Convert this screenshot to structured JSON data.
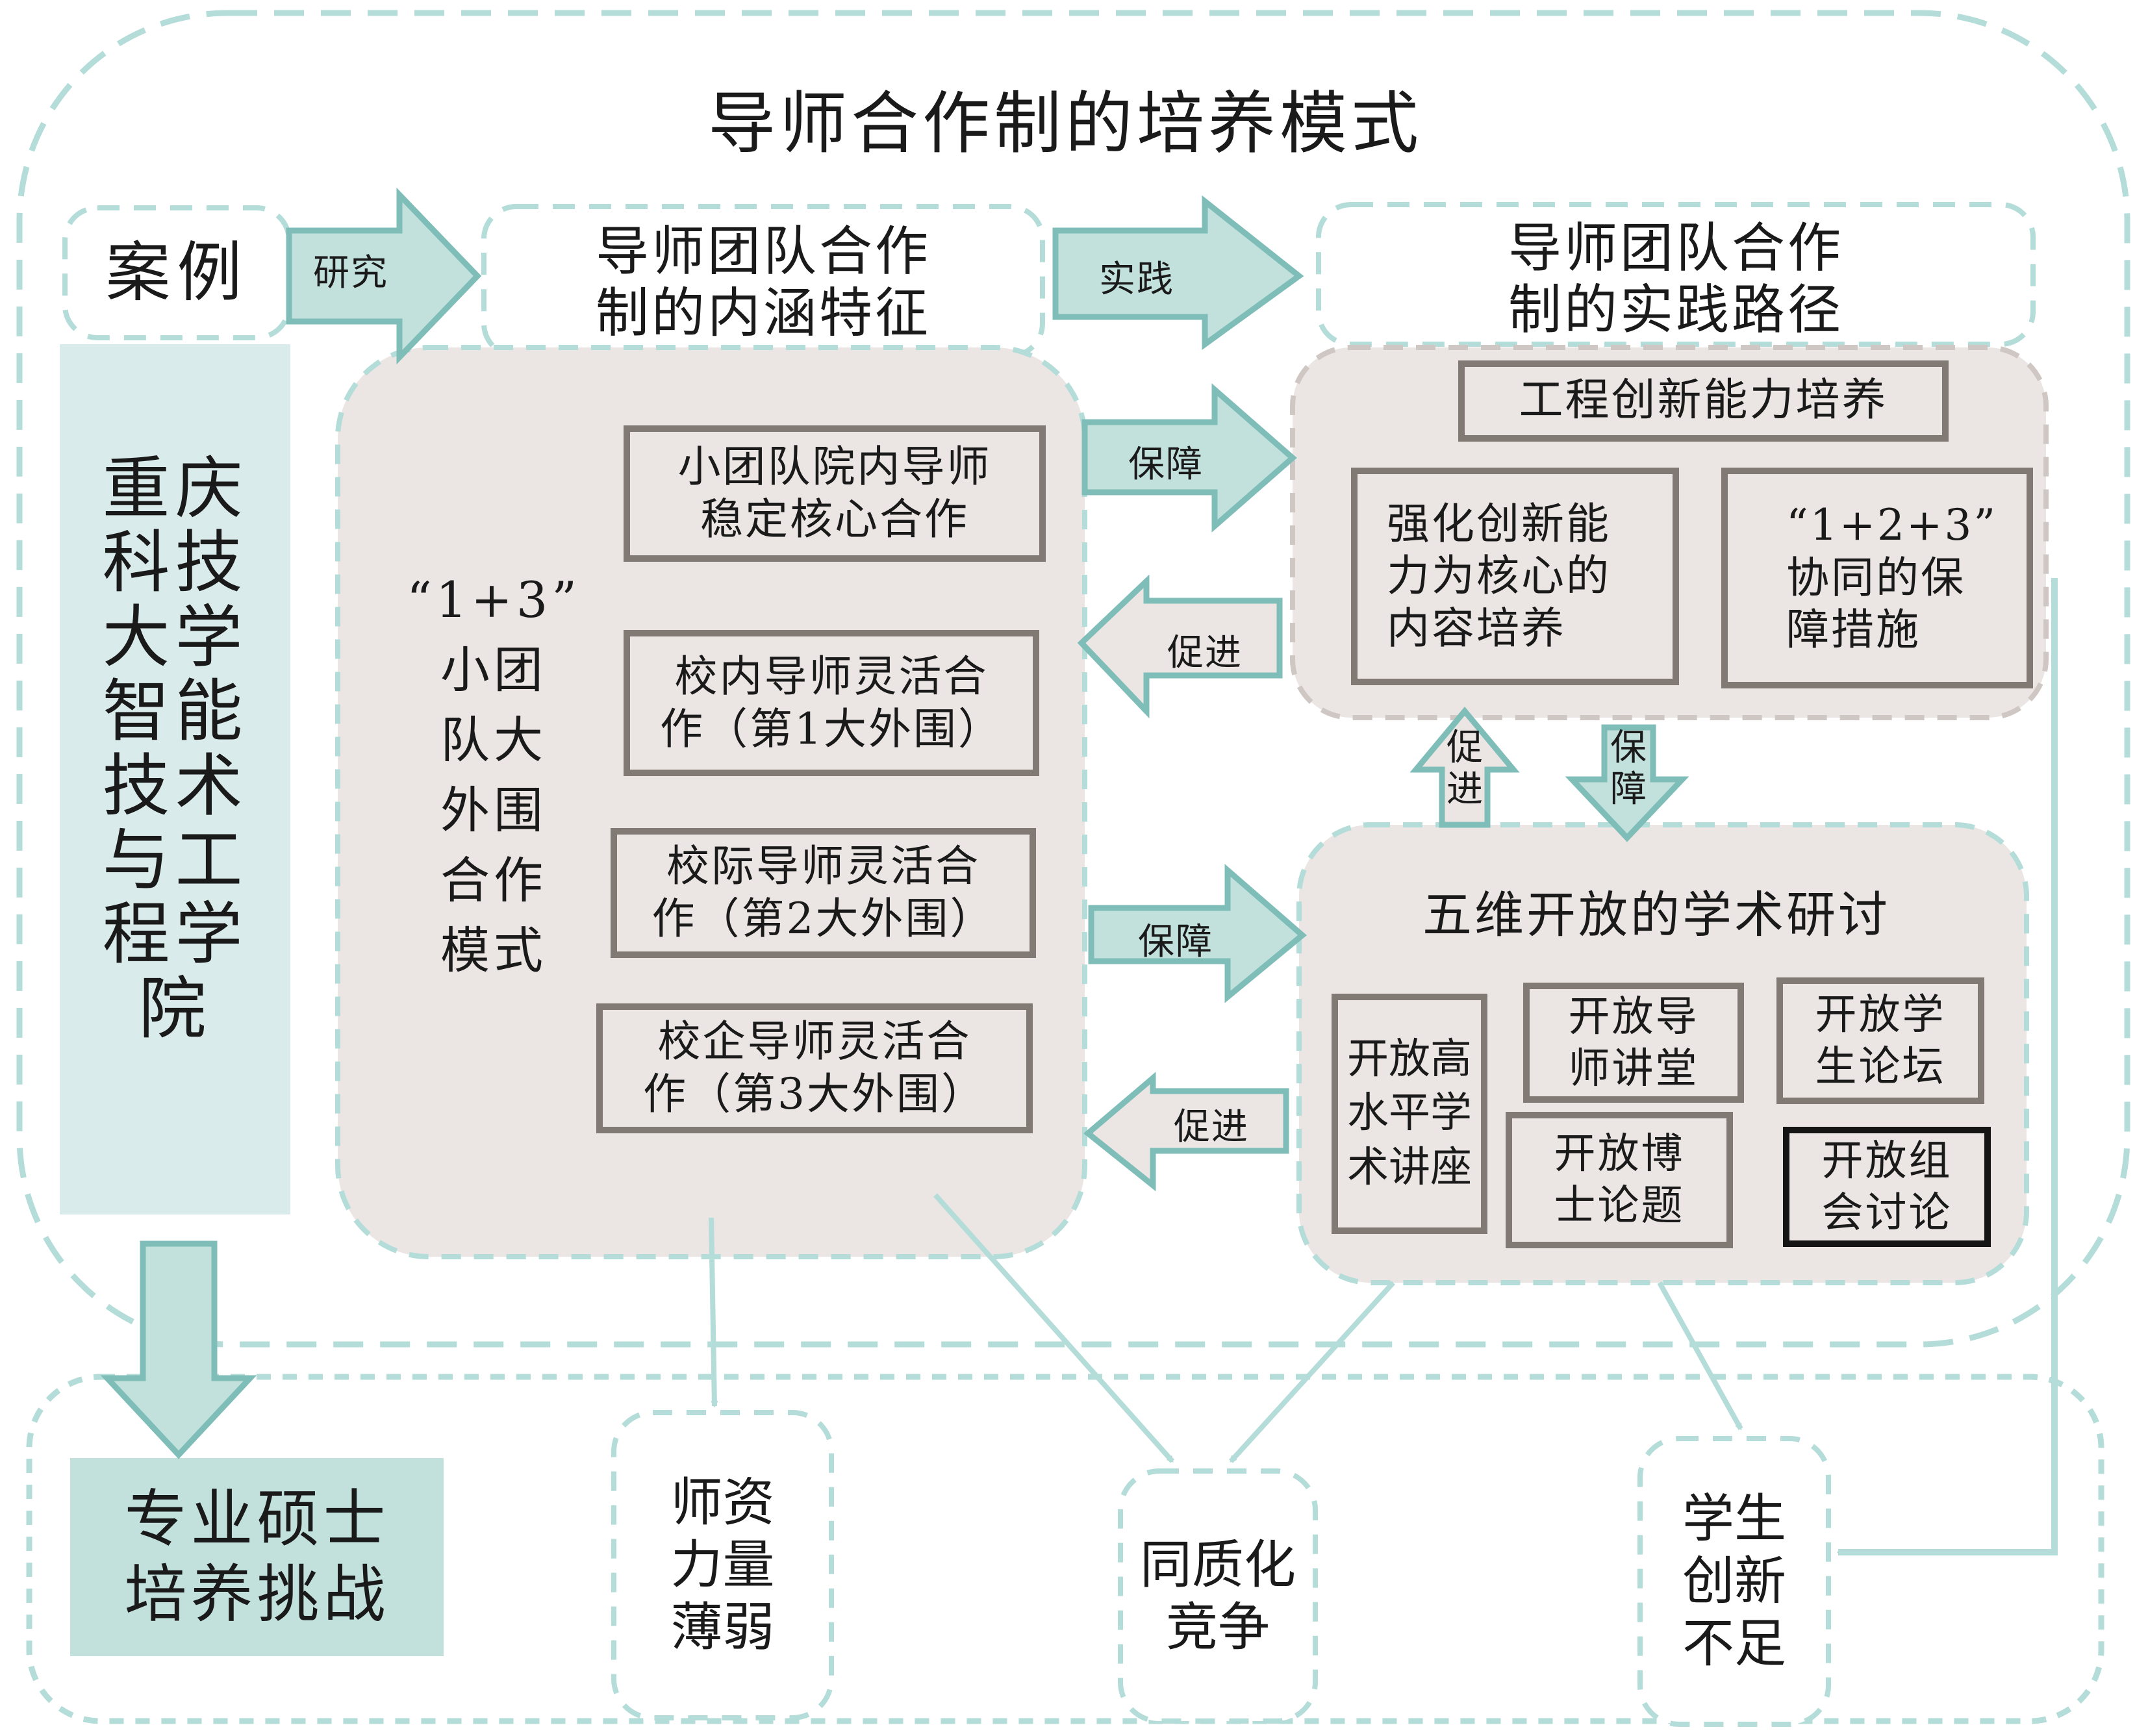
{
  "title": "导师合作制的培养模式",
  "colors": {
    "teal_dash": "#b4dcd8",
    "teal_fill": "#c2e1dd",
    "teal_stroke": "#7fbdb8",
    "panel_fill": "#ebe6e3",
    "box_border": "#817974",
    "box_border_dark": "#151515",
    "school_fill": "#d9ebea",
    "challenge_fill": "#c2e1dd"
  },
  "case": {
    "label": "案例"
  },
  "school": {
    "lines": [
      "重庆",
      "科技",
      "大学",
      "智能",
      "技术",
      "与工",
      "程学",
      "院"
    ]
  },
  "connotation": {
    "heading_lines": [
      "导师团队合作",
      "制的内涵特征"
    ]
  },
  "practice": {
    "heading_lines": [
      "导师团队合作",
      "制的实践路径"
    ]
  },
  "arrows": {
    "research": "研究",
    "practice": "实践",
    "guarantee_top": "保障",
    "promote_top": "促进",
    "guarantee_mid": "保障",
    "promote_bottom": "促进",
    "promote_up": [
      "促",
      "进"
    ],
    "guarantee_down": [
      "保",
      "障"
    ]
  },
  "team_model": {
    "label_lines": [
      "“1+3”",
      "小团",
      "队大",
      "外围",
      "合作",
      "模式"
    ],
    "boxes": [
      {
        "lines": [
          "小团队院内导师",
          "稳定核心合作"
        ]
      },
      {
        "lines": [
          "校内导师灵活合",
          "作（第1大外围）"
        ]
      },
      {
        "lines": [
          "校际导师灵活合",
          "作（第2大外围）"
        ]
      },
      {
        "lines": [
          "校企导师灵活合",
          "作（第3大外围）"
        ]
      }
    ]
  },
  "innovation": {
    "header": "工程创新能力培养",
    "left_lines": [
      "强化创新能",
      "力为核心的",
      "内容培养"
    ],
    "right_lines": [
      "“1+2+3”",
      "协同的保",
      "障措施"
    ]
  },
  "seminar": {
    "heading": "五维开放的学术研讨",
    "items": [
      {
        "lines": [
          "开放高",
          "水平学",
          "术讲座"
        ]
      },
      {
        "lines": [
          "开放导",
          "师讲堂"
        ]
      },
      {
        "lines": [
          "开放学",
          "生论坛"
        ]
      },
      {
        "lines": [
          "开放博",
          "士论题"
        ]
      },
      {
        "lines": [
          "开放组",
          "会讨论"
        ]
      }
    ]
  },
  "challenges": {
    "main_lines": [
      "专业硕士",
      "培养挑战"
    ],
    "items": [
      {
        "lines": [
          "师资",
          "力量",
          "薄弱"
        ]
      },
      {
        "lines": [
          "同质化",
          "竞争"
        ]
      },
      {
        "lines": [
          "学生",
          "创新",
          "不足"
        ]
      }
    ]
  }
}
